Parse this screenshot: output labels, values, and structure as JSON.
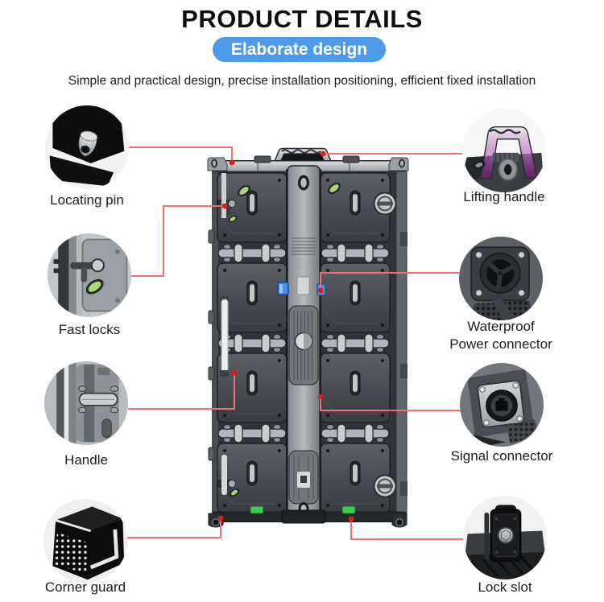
{
  "header": {
    "title": "PRODUCT DETAILS",
    "badge_label": "Elaborate design",
    "subtitle": "Simple and practical design, precise installation positioning, efficient fixed installation"
  },
  "colors": {
    "badge-bg": "#4e9ae8",
    "badge-text": "#ffffff",
    "title-text": "#0f0f0f",
    "body-text": "#1c1c1c",
    "callout-line": "#f0716b",
    "callout-dot": "#d8201d",
    "accent-green": "#3ecb52",
    "accent-blue": "#4a8de8"
  },
  "center_image": {
    "name": "led-cabinet-rear-view"
  },
  "callouts": {
    "left": [
      {
        "icon": "locating-pin-photo",
        "label": "Locating pin"
      },
      {
        "icon": "fast-locks-photo",
        "label": "Fast locks"
      },
      {
        "icon": "handle-photo",
        "label": "Handle"
      },
      {
        "icon": "corner-guard-photo",
        "label": "Corner guard"
      }
    ],
    "right": [
      {
        "icon": "lifting-handle-photo",
        "label": "Lifting handle"
      },
      {
        "icon": "waterproof-power-connector-photo",
        "label": "Waterproof",
        "label2": "Power connector"
      },
      {
        "icon": "signal-connector-photo",
        "label": "Signal connector"
      },
      {
        "icon": "lock-slot-photo",
        "label": "Lock slot"
      }
    ]
  }
}
